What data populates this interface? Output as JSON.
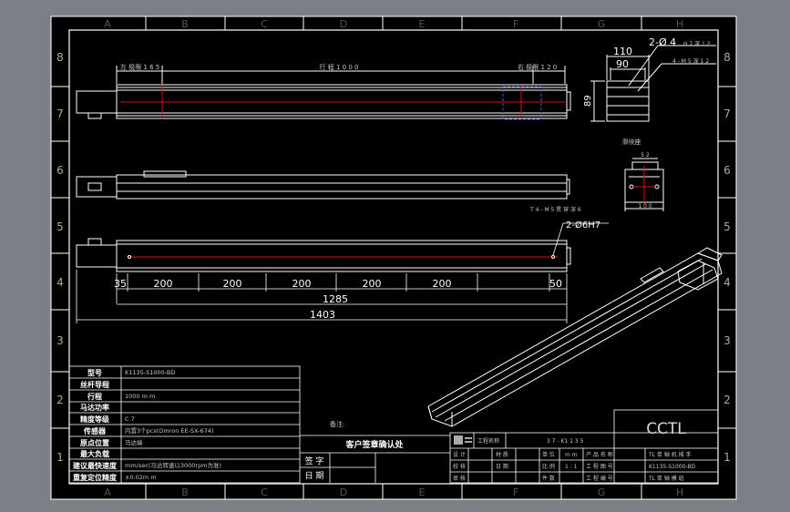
{
  "frame": {
    "columns_top": [
      "A",
      "B",
      "C",
      "D",
      "E",
      "F",
      "G",
      "H"
    ],
    "columns_bottom": [
      "A",
      "B",
      "C",
      "D",
      "E",
      "F",
      "G",
      "H"
    ],
    "rows_left": [
      "8",
      "7",
      "6",
      "5",
      "4",
      "3",
      "2",
      "1"
    ],
    "rows_right": [
      "8",
      "7",
      "6",
      "5",
      "4",
      "3",
      "2",
      "1"
    ]
  },
  "top_view": {
    "stroke_left": "左 极限 1 6 5",
    "travel": "行 程 1 0 0 0",
    "stroke_right": "右 极限 1 2 0"
  },
  "end_view": {
    "width_outer": "110",
    "width_inner": "90",
    "height": "89",
    "hole_main": "2-Ø 4",
    "hole_main_tol": "H 7 深 1 2",
    "hole_thread": "4 - M 5 深 1 2"
  },
  "slider_view": {
    "title": "滑块座",
    "top_dim": "5 2",
    "bottom_dim": "1 0 0"
  },
  "front_view": {
    "hole_note": "T 4 - M 5 贯 穿 深 6",
    "pin_note": "2-Ø6H7",
    "segments": [
      "35",
      "200",
      "200",
      "200",
      "200",
      "200",
      "50"
    ],
    "total_1": "1285",
    "total_2": "1403"
  },
  "spec_table": {
    "rows": [
      {
        "label": "型号",
        "value": "K1135-S1000-BD"
      },
      {
        "label": "丝杆导程",
        "value": ""
      },
      {
        "label": "行程",
        "value": "1000 m m"
      },
      {
        "label": "马达功率",
        "value": ""
      },
      {
        "label": "精度等级",
        "value": "C 7"
      },
      {
        "label": "传感器",
        "value": "内置3个pcs(Omron EE-SX-674)"
      },
      {
        "label": "原点位置",
        "value": "马达端"
      },
      {
        "label": "最大负载",
        "value": ""
      },
      {
        "label": "建议最快速度",
        "value": "mm/sec(马达转速以3000rpm为准)"
      },
      {
        "label": "重复定位精度",
        "value": "±0.02m m"
      }
    ]
  },
  "approval": {
    "remark_label": "备注:",
    "confirm_title": "客户签章确认处",
    "sign_label": "签 字",
    "date_label": "日 期"
  },
  "title_block": {
    "logo": "CCTL",
    "project_label": "工程名称",
    "project_value": "3 7 - K1 1 3 5",
    "design": "设 计",
    "check": "校 核",
    "approve": "审 核",
    "material": "材 质",
    "date": "日 期",
    "scale": "比 例",
    "scale_value": "1 : 1",
    "unit": "单 位",
    "unit_value": "m m",
    "quantity": "件 数",
    "product_label": "产 品 名 称",
    "product_value": "TL 单 轴 机 械 手",
    "drawing_no": "工 程 图 号",
    "drawing_no_value": "K1135-S1000-BD",
    "drawing_no_value2": "TL 单 轴 模 组",
    "eng_no": "工 程 编 号"
  },
  "colors": {
    "page_bg": "#7b7f86",
    "sheet": "#000000",
    "line": "#ffffff",
    "center_line": "#e01010",
    "hidden": "#5058d8",
    "label": "#c8c8c8"
  }
}
